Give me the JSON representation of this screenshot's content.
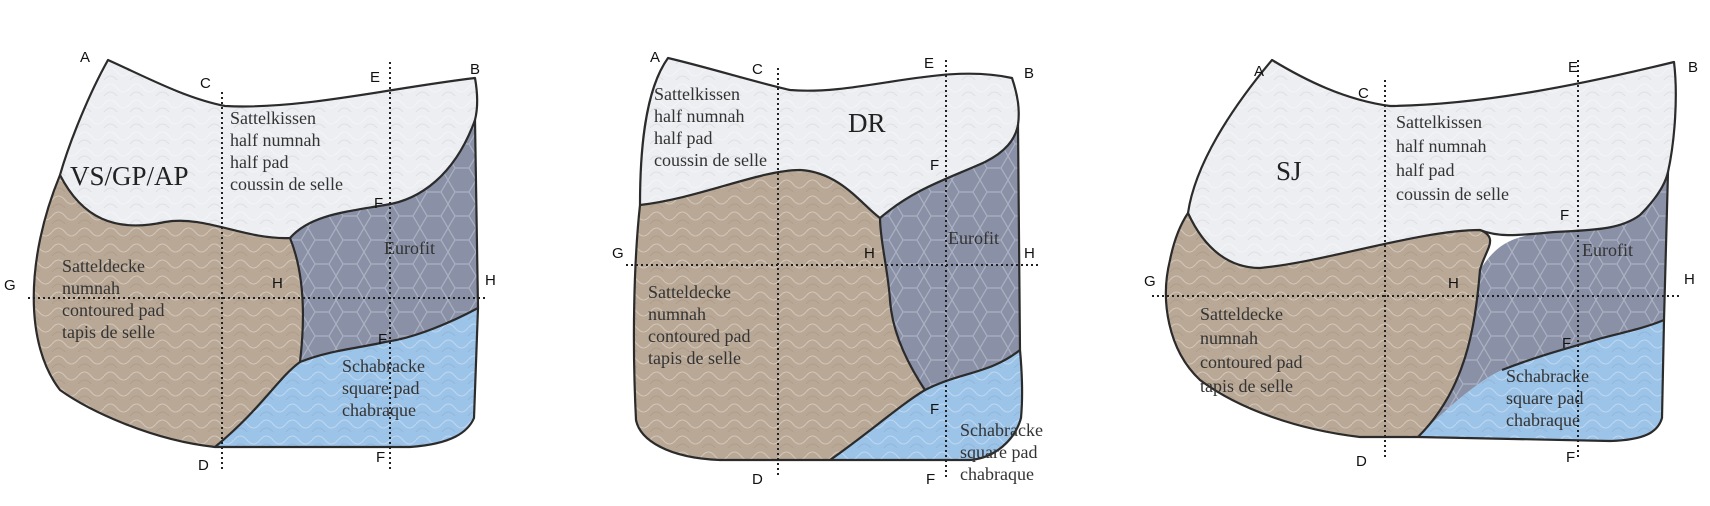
{
  "points": {
    "A": "A",
    "B": "B",
    "C": "C",
    "D": "D",
    "E": "E",
    "F": "F",
    "G": "G",
    "H": "H"
  },
  "zones": {
    "half": [
      "Sattelkissen",
      "half numnah",
      "half pad",
      "coussin de selle"
    ],
    "eurofit": "Eurofit",
    "contoured": [
      "Satteldecke",
      "numnah",
      "contoured pad",
      "tapis de selle"
    ],
    "square": [
      "Schabracke",
      "square pad",
      "chabraque"
    ]
  },
  "disciplines": {
    "d1": "VS/GP/AP",
    "d2": "DR",
    "d3": "SJ"
  },
  "colors": {
    "half": "#eceef2",
    "contoured": "#b9a895",
    "eurofit": "#8a91a6",
    "square": "#9cc3e8",
    "outline": "#2b2b2b"
  }
}
